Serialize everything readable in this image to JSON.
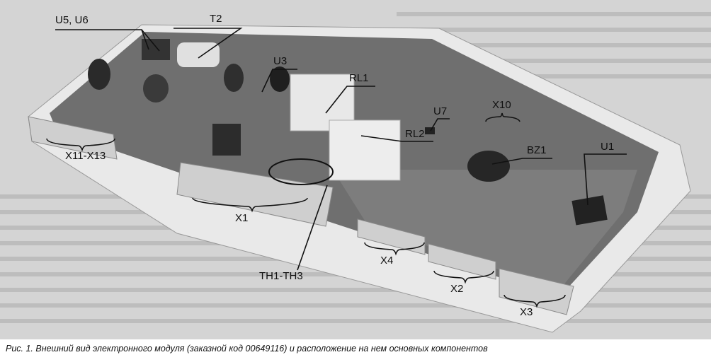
{
  "figure": {
    "labels": {
      "u5_u6": "U5, U6",
      "t2": "T2",
      "u3": "U3",
      "rl1": "RL1",
      "rl2": "RL2",
      "u7": "U7",
      "x10": "X10",
      "bz1": "BZ1",
      "u1": "U1",
      "x11_x13": "X11-X13",
      "x1": "X1",
      "th1_th3": "TH1-TH3",
      "x4": "X4",
      "x2": "X2",
      "x3": "X3"
    }
  },
  "caption": "Рис. 1. Внешний вид электронного модуля (заказной код 00649116) и расположение на нем основных компонентов"
}
